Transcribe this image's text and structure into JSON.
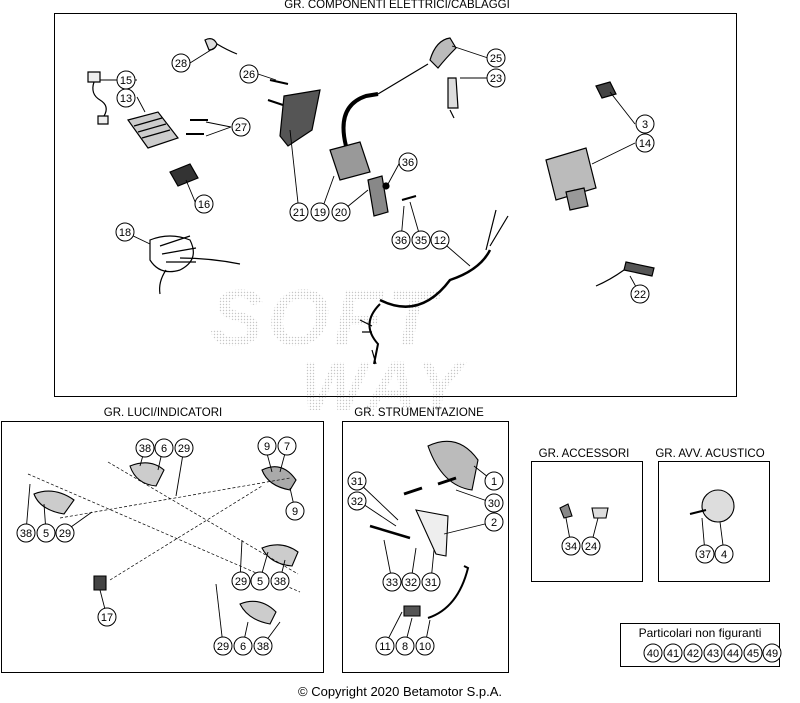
{
  "sections": {
    "electrical": {
      "title": "GR. COMPONENTI ELETTRICI/CABLAGGI"
    },
    "lights": {
      "title": "GR. LUCI/INDICATORI"
    },
    "instruments": {
      "title": "GR. STRUMENTAZIONE"
    },
    "accessories": {
      "title": "GR. ACCESSORI"
    },
    "horn": {
      "title": "GR. AVV. ACUSTICO"
    },
    "not_shown": {
      "title": "Particolari non figuranti",
      "items": [
        "40",
        "41",
        "42",
        "43",
        "44",
        "45",
        "49"
      ]
    }
  },
  "watermark": "SOFTWAY",
  "footer": {
    "copyright": "© Copyright 2020 Betamotor S.p.A."
  },
  "callouts": {
    "electrical": [
      "28",
      "25",
      "23",
      "15",
      "13",
      "26",
      "27",
      "3",
      "14",
      "36",
      "16",
      "21",
      "19",
      "20",
      "18",
      "36",
      "35",
      "12",
      "22"
    ],
    "lights": [
      "9",
      "7",
      "38",
      "6",
      "29",
      "9",
      "38",
      "5",
      "29",
      "29",
      "5",
      "38",
      "17",
      "29",
      "6",
      "38"
    ],
    "instruments": [
      "31",
      "1",
      "32",
      "30",
      "2",
      "33",
      "32",
      "31",
      "11",
      "8",
      "10"
    ],
    "accessories": [
      "34",
      "24"
    ],
    "horn": [
      "37",
      "4"
    ]
  }
}
